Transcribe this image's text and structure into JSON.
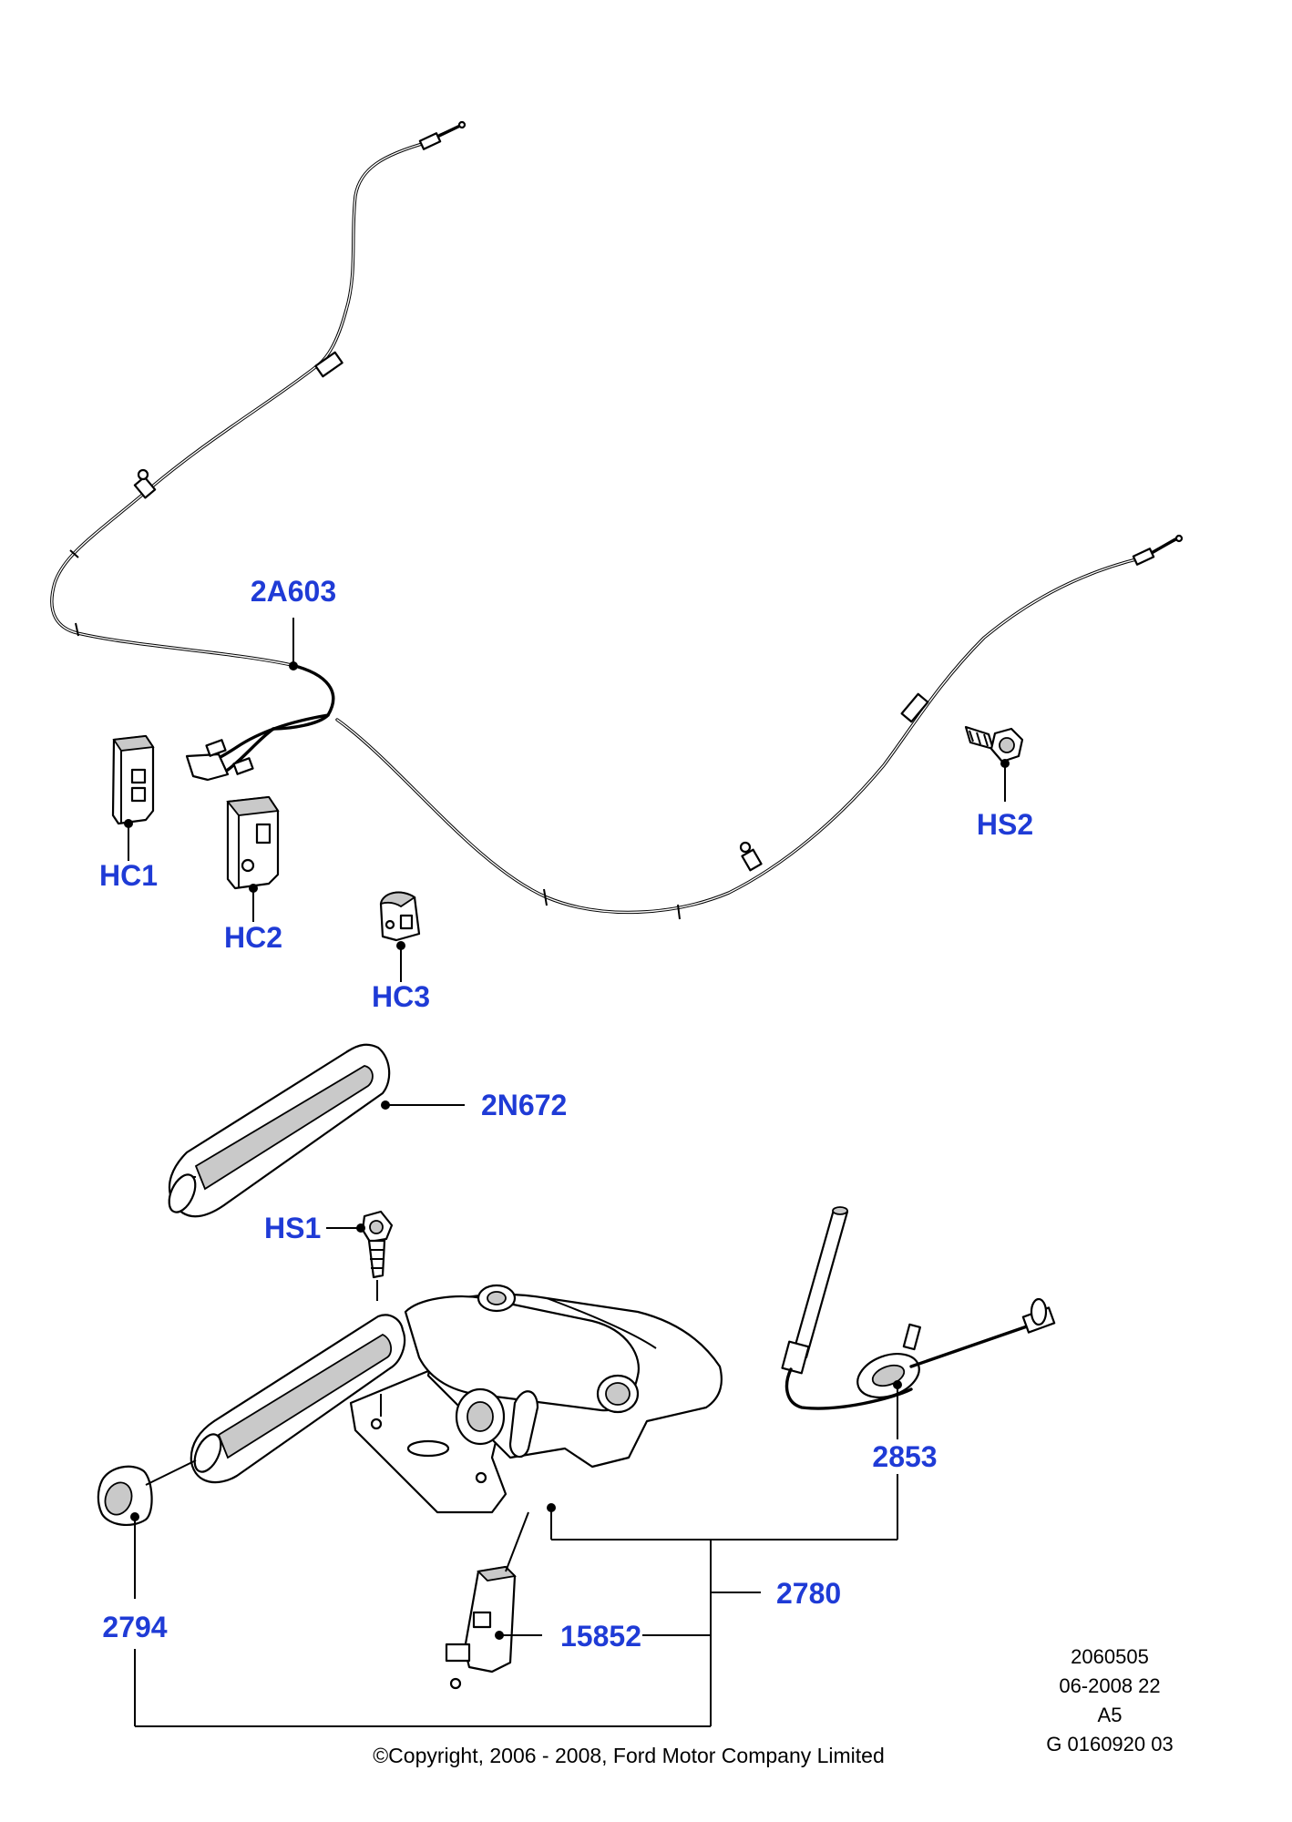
{
  "diagram": {
    "accent_color": "#1f3bd6",
    "line_color": "#000000",
    "labels": {
      "2A603": "2A603",
      "HC1": "HC1",
      "HC2": "HC2",
      "HC3": "HC3",
      "HS2": "HS2",
      "2N672": "2N672",
      "HS1": "HS1",
      "2853": "2853",
      "2780": "2780",
      "2794": "2794",
      "15852": "15852"
    },
    "info_block": [
      "2060505",
      "06-2008 22",
      "A5",
      "G 0160920 03"
    ],
    "copyright": "©Copyright, 2006 - 2008, Ford Motor Company Limited"
  }
}
